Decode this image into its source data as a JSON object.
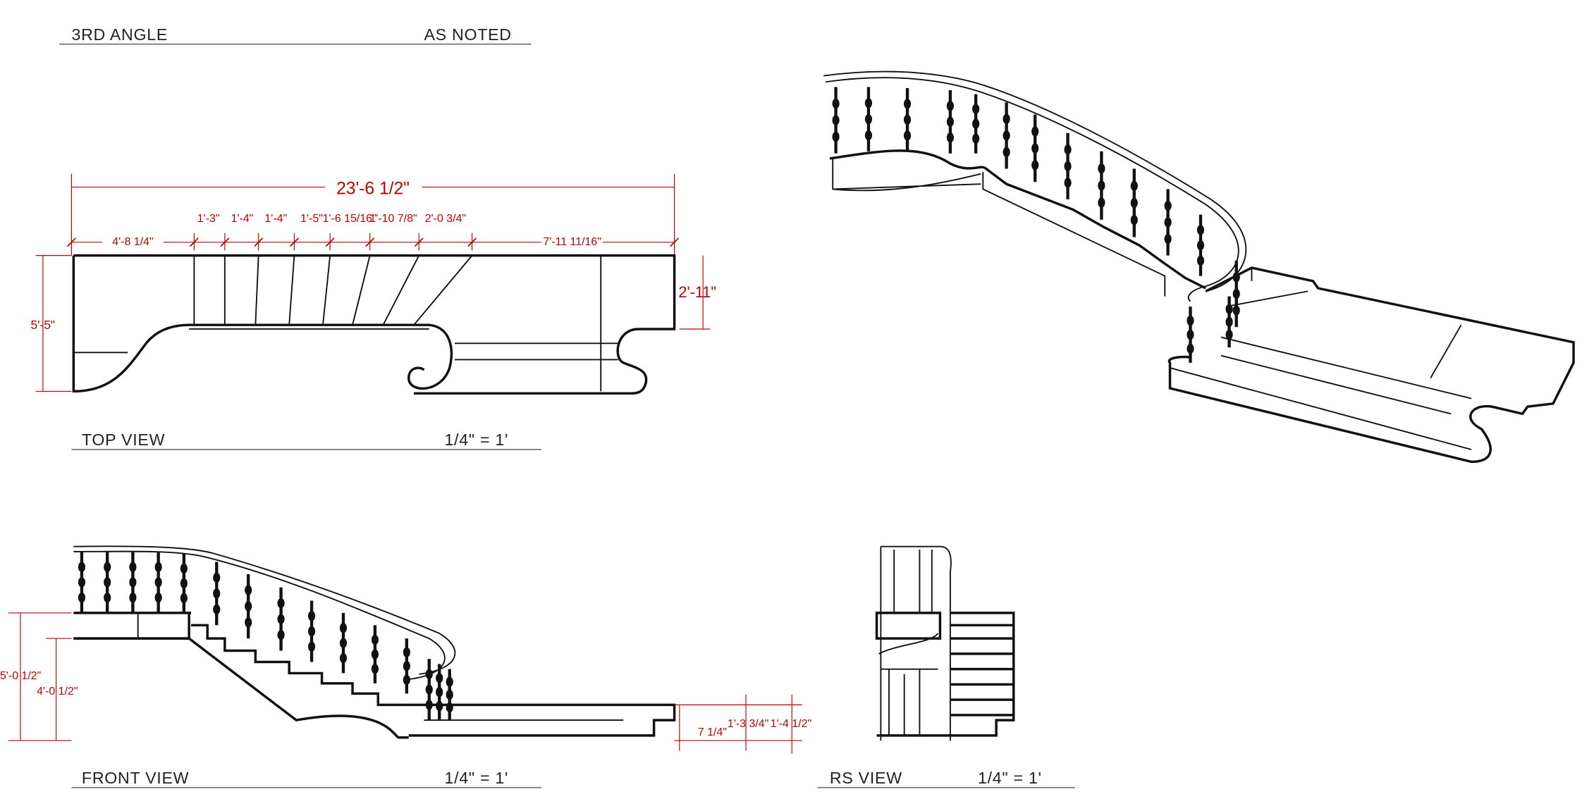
{
  "header": {
    "projection": "3RD ANGLE",
    "scale_note": "AS NOTED"
  },
  "top_view": {
    "title": "TOP VIEW",
    "scale": "1/4\" = 1'",
    "overall_length": "23'-6 1/2\"",
    "segments": [
      "4'-8 1/4\"",
      "1'-3\"",
      "1'-4\"",
      "1'-4\"",
      "1'-5\"",
      "1'-6 15/16\"",
      "1'-10 7/8\"",
      "2'-0 3/4\"",
      "7'-11 11/16\""
    ],
    "right_depth": "2'-11\"",
    "left_depth": "5'-5\""
  },
  "front_view": {
    "title": "FRONT VIEW",
    "scale": "1/4\" = 1'",
    "overall_height": "5'-0 1/2\"",
    "landing_height": "4'-0 1/2\"",
    "bottom_dims": [
      "7 1/4\"",
      "1'-3 3/4\"",
      "1'-4 1/2\""
    ]
  },
  "rs_view": {
    "title": "RS VIEW",
    "scale": "1/4\" = 1'"
  },
  "colors": {
    "dimension": "#c00000",
    "line": "#111111"
  }
}
